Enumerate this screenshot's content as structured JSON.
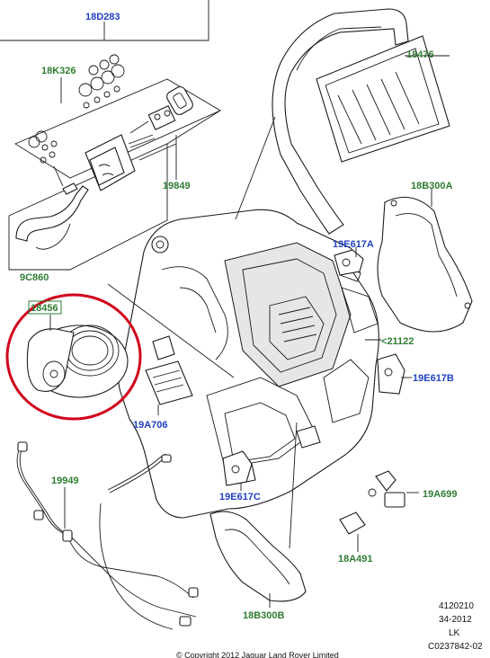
{
  "callouts": {
    "c18D283": "18D283",
    "c18K326": "18K326",
    "c18476": "18476",
    "c19849": "19849",
    "c18B300A": "18B300A",
    "c9C860": "9C860",
    "c19E617A": "19E617A",
    "c18456": "18456",
    "c21122": "<21122",
    "c19E617B": "19E617B",
    "c19A706": "19A706",
    "c19949": "19949",
    "c19E617C": "19E617C",
    "c19A699": "19A699",
    "c18A491": "18A491",
    "c18B300B": "18B300B"
  },
  "footer": {
    "ref_number": "4120210",
    "date": "34-2012",
    "market": "LK",
    "illustration_id": "C0237842-02",
    "copyright": "© Copyright 2012 Jaguar Land Rover Limited"
  },
  "colors": {
    "green_callout": "#2e7d32",
    "blue_callout": "#1f3fbf",
    "highlight": "#d0021b"
  }
}
